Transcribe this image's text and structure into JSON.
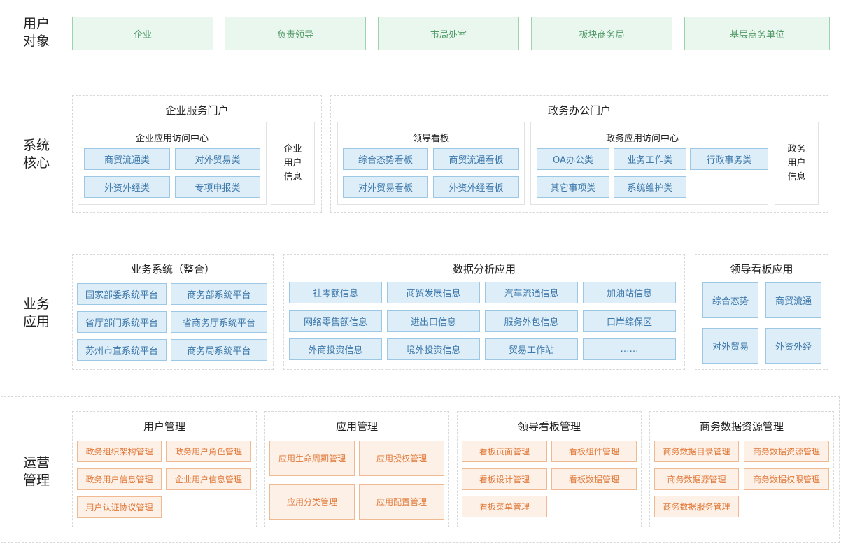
{
  "rows": {
    "users": "用户\n对象",
    "core": "系统\n核心",
    "business": "业务\n应用",
    "ops": "运营\n管理"
  },
  "user_objects": [
    "企业",
    "负责领导",
    "市局处室",
    "板块商务局",
    "基层商务单位"
  ],
  "core": {
    "enterprise_portal": {
      "title": "企业服务门户",
      "access_center": {
        "title": "企业应用访问中心",
        "items": [
          "商贸流通类",
          "对外贸易类",
          "外资外经类",
          "专项申报类"
        ]
      },
      "user_info": "企业\n用户\n信息"
    },
    "gov_portal": {
      "title": "政务办公门户",
      "dashboard": {
        "title": "领导看板",
        "items": [
          "综合态势看板",
          "商贸流通看板",
          "对外贸易看板",
          "外资外经看板"
        ]
      },
      "access_center": {
        "title": "政务应用访问中心",
        "items": [
          "OA办公类",
          "业务工作类",
          "行政事务类",
          "其它事项类",
          "系统维护类"
        ]
      },
      "user_info": "政务\n用户\n信息"
    }
  },
  "business": {
    "systems": {
      "title": "业务系统（整合）",
      "items": [
        "国家部委系统平台",
        "商务部系统平台",
        "省厅部门系统平台",
        "省商务厅系统平台",
        "苏州市直系统平台",
        "商务局系统平台"
      ]
    },
    "analysis": {
      "title": "数据分析应用",
      "items": [
        "社零额信息",
        "商贸发展信息",
        "汽车流通信息",
        "加油站信息",
        "网络零售额信息",
        "进出口信息",
        "服务外包信息",
        "口岸综保区",
        "外商投资信息",
        "境外投资信息",
        "贸易工作站",
        "……"
      ]
    },
    "dashboard_apps": {
      "title": "领导看板应用",
      "items": [
        "综合态势",
        "商贸流通",
        "对外贸易",
        "外资外经"
      ]
    }
  },
  "ops": {
    "user_mgmt": {
      "title": "用户管理",
      "items": [
        "政务组织架构管理",
        "政务用户角色管理",
        "政务用户信息管理",
        "企业用户信息管理",
        "用户认证协议管理"
      ]
    },
    "app_mgmt": {
      "title": "应用管理",
      "items": [
        "应用生命周期管理",
        "应用授权管理",
        "应用分类管理",
        "应用配置管理"
      ]
    },
    "dashboard_mgmt": {
      "title": "领导看板管理",
      "items": [
        "看板页面管理",
        "看板组件管理",
        "看板设计管理",
        "看板数据管理",
        "看板菜单管理"
      ]
    },
    "data_mgmt": {
      "title": "商务数据资源管理",
      "items": [
        "商务数据目录管理",
        "商务数据资源管理",
        "商务数据源管理",
        "商务数据权限管理",
        "商务数据服务管理"
      ]
    }
  },
  "colors": {
    "green_fill": "#eaf7ee",
    "green_border": "#9ed2ad",
    "green_text": "#4f9a67",
    "blue_fill": "#deeef9",
    "blue_border": "#9cc8e6",
    "blue_text": "#3c78aa",
    "orange_fill": "#fdf0e6",
    "orange_border": "#f1b991",
    "orange_text": "#e0793a"
  }
}
